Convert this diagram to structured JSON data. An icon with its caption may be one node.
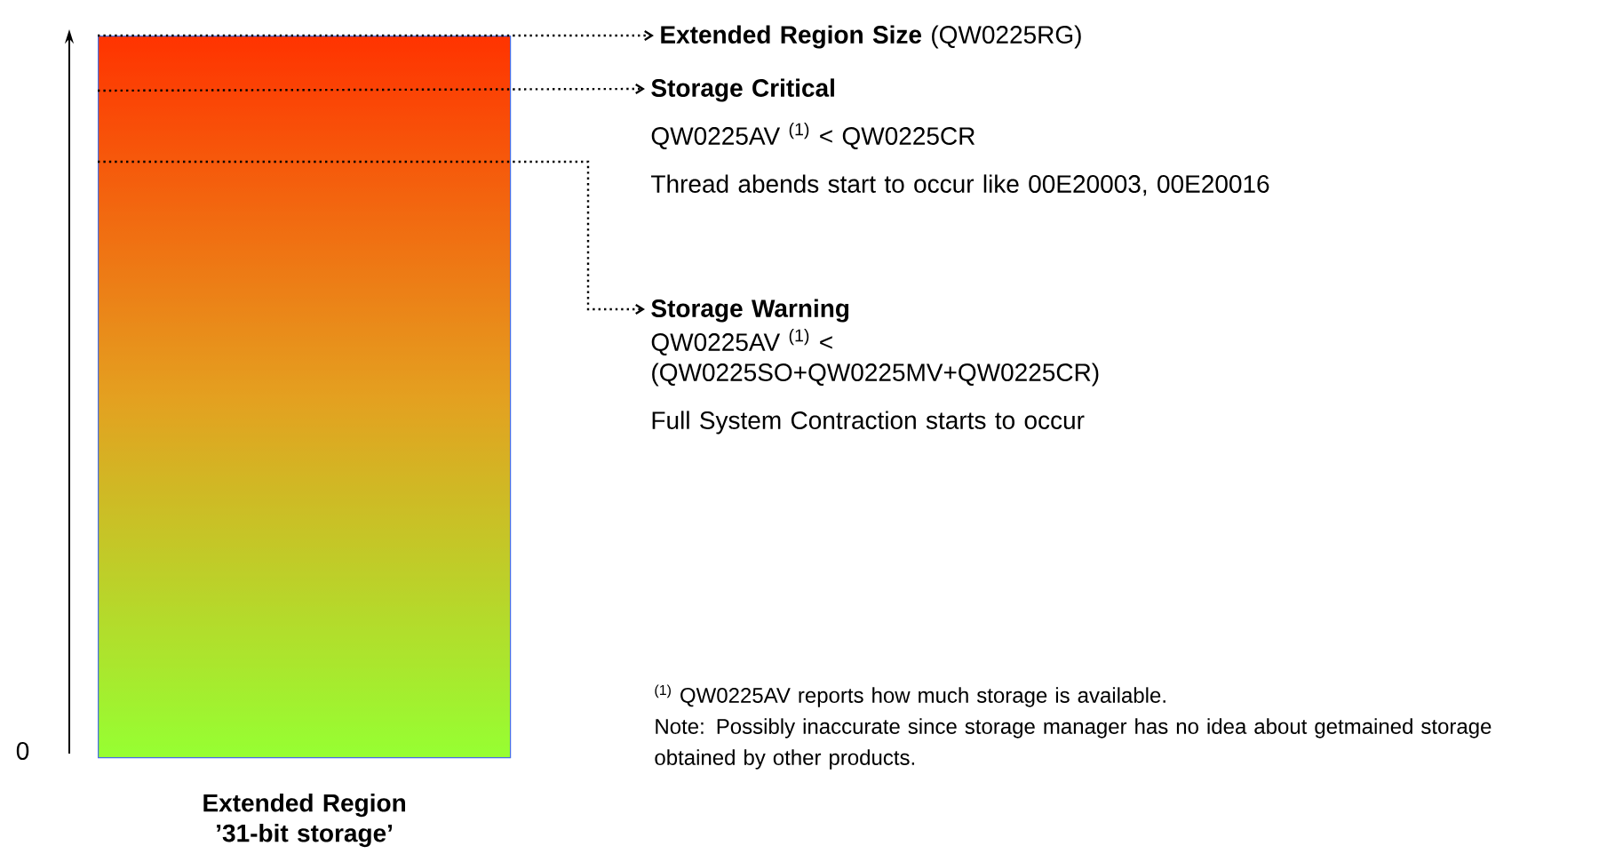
{
  "diagram": {
    "nodes": [
      {
        "text": [],
        "shape": "bar",
        "beside": [
          "Extended Region ’31-bit storage’"
        ]
      },
      {
        "text": [
          "**Extended Region Size** (QW0225RG)"
        ]
      },
      {
        "text": [
          "Storage Critical",
          "QW0225AV $^{(1)}$ < QW0225CR",
          "Thread abends start to occur like 00E20003, 00E20016"
        ]
      },
      {
        "text": [
          "Storage Warning",
          "QW0225AV $^{(1)}$ < (QW0225SO+QW0225MV+QW0225CR)",
          "Full System Contraction starts to occur"
        ]
      }
    ],
    "edges": [
      {
        "from": 0,
        "to": 1,
        "arrow": "to",
        "style": "dashed"
      },
      {
        "from": 0,
        "to": 2,
        "arrow": "to",
        "style": "dashed"
      },
      {
        "from": 0,
        "to": 3,
        "arrow": "to",
        "style": "dashed"
      }
    ],
    "labels": [
      "0",
      "$^{(1)}$ QW0225AV reports how much storage is available.",
      "Note: Possibly inaccurate since storage manager has no idea about getmained storage obtained by other products."
    ]
  }
}
